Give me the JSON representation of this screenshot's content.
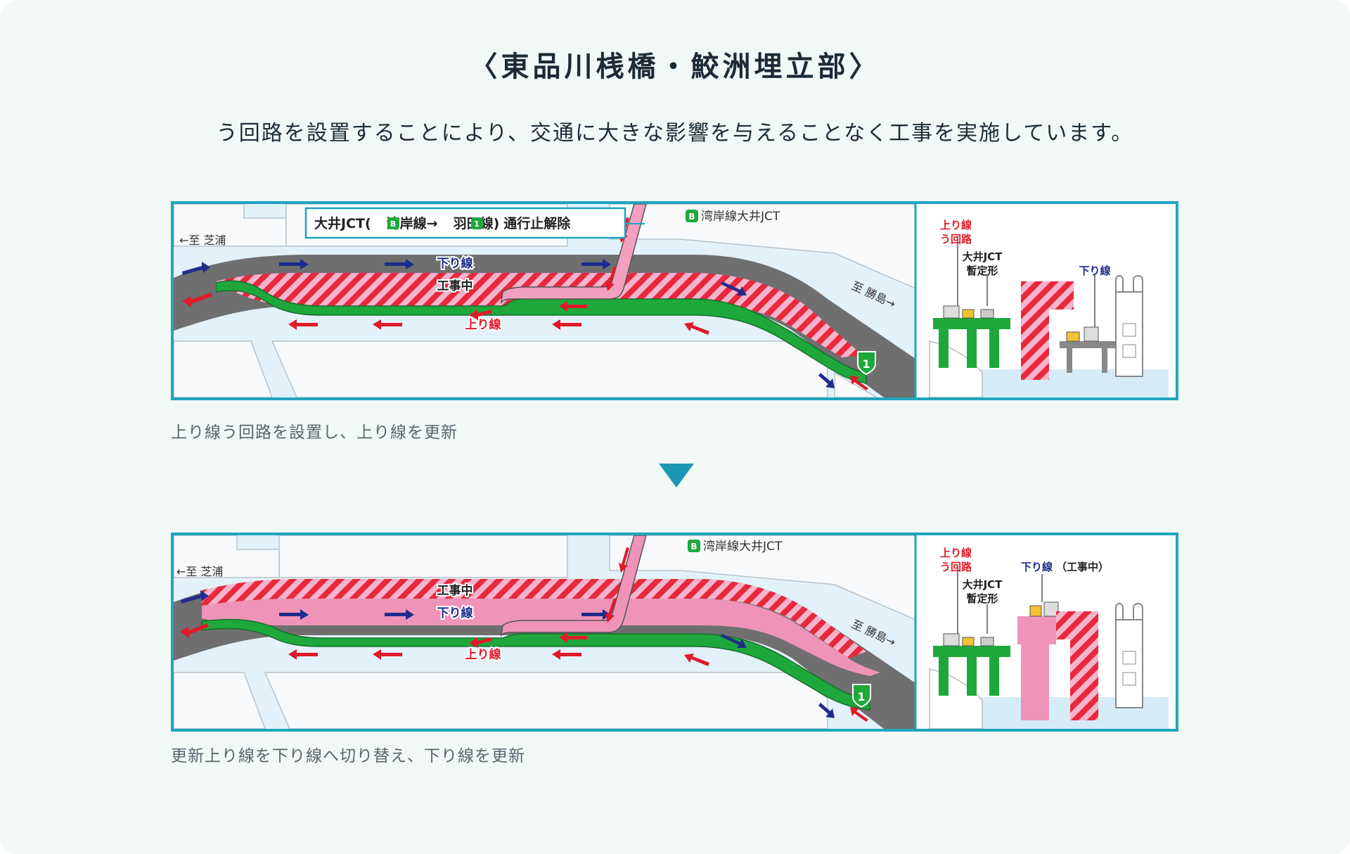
{
  "title": "〈東品川桟橋・鮫洲埋立部〉",
  "intro": "う回路を設置することにより、交通に大きな影響を与えることなく工事を実施しています。",
  "colors": {
    "frame": "#1fa5bf",
    "road_gray": "#6f6f6f",
    "uplane_green": "#1ea83c",
    "construction_red": "#e8283c",
    "construction_pink": "#f3a0c0",
    "detour_pink": "#ef94b8",
    "arrow_blue": "#1f2b8c",
    "arrow_red": "#e01a2a"
  },
  "panel1": {
    "callout": {
      "prefix": "大井JCT(",
      "icon_b": "B",
      "mid1": "湾岸線→",
      "icon_1": "1",
      "mid2": "羽田線)",
      "suffix": "通行止解除"
    },
    "bayshore_jct": {
      "icon": "B",
      "label": "湾岸線大井JCT"
    },
    "to_shibaura": "←至 芝浦",
    "to_katsushima": "至 勝島→",
    "label_down": "下り線",
    "label_construction": "工事中",
    "label_up": "上り線",
    "route_shield": "1",
    "section": {
      "detour_label_1": "上り線",
      "detour_label_2": "う回路",
      "jct_label_1": "大井JCT",
      "jct_label_2": "暫定形",
      "down_label": "下り線"
    },
    "caption": "上り線う回路を設置し、上り線を更新"
  },
  "panel2": {
    "bayshore_jct": {
      "icon": "B",
      "label": "湾岸線大井JCT"
    },
    "to_shibaura": "←至 芝浦",
    "to_katsushima": "至 勝島→",
    "label_construction": "工事中",
    "label_down": "下り線",
    "label_up": "上り線",
    "route_shield": "1",
    "section": {
      "detour_label_1": "上り線",
      "detour_label_2": "う回路",
      "jct_label_1": "大井JCT",
      "jct_label_2": "暫定形",
      "down_label": "下り線",
      "construction_label": "（工事中）"
    },
    "caption": "更新上り線を下り線へ切り替え、下り線を更新"
  }
}
